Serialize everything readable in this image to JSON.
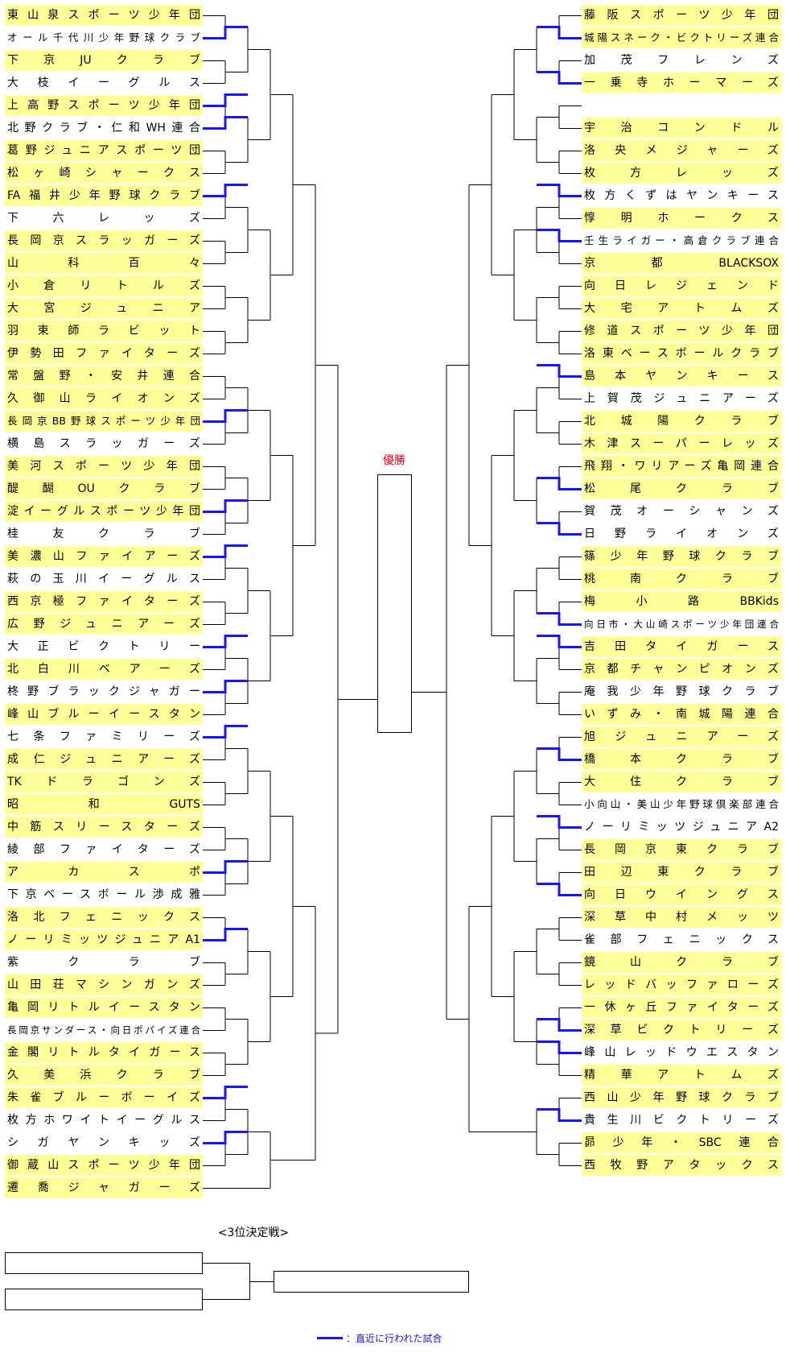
{
  "winner_label": "優勝",
  "third_place_title": "<3位決定戦>",
  "legend": {
    "text": "：直近に行われた試合",
    "color": "#1a1ad9"
  },
  "colors": {
    "highlight": "#ffff99",
    "recent_match": "#1a1ad9",
    "line": "#000000",
    "winner_text": "#e0001a"
  },
  "left_teams": [
    {
      "name": "東山泉スポーツ少年団",
      "hl": true
    },
    {
      "name": "オール千代川少年野球クラブ",
      "hl": false
    },
    {
      "name": "下京JUクラブ",
      "hl": true
    },
    {
      "name": "大枝イーグルス",
      "hl": false
    },
    {
      "name": "上高野スポーツ少年団",
      "hl": true
    },
    {
      "name": "北野クラブ・仁和WH連合",
      "hl": false
    },
    {
      "name": "葛野ジュニアスポーツ団",
      "hl": true
    },
    {
      "name": "松ヶ崎シャークス",
      "hl": true
    },
    {
      "name": "FA福井少年野球クラブ",
      "hl": true
    },
    {
      "name": "下六レッズ",
      "hl": false
    },
    {
      "name": "長岡京スラッガーズ",
      "hl": true
    },
    {
      "name": "山科百々",
      "hl": true
    },
    {
      "name": "小倉リトルズ",
      "hl": true
    },
    {
      "name": "大宮ジュニア",
      "hl": true
    },
    {
      "name": "羽束師ラビット",
      "hl": true
    },
    {
      "name": "伊勢田ファイターズ",
      "hl": true
    },
    {
      "name": "常盤野・安井連合",
      "hl": true
    },
    {
      "name": "久御山ライオンズ",
      "hl": true
    },
    {
      "name": "長岡京BB野球スポーツ少年団",
      "hl": true
    },
    {
      "name": "横島スラッガーズ",
      "hl": false
    },
    {
      "name": "美河スポーツ少年団",
      "hl": true
    },
    {
      "name": "醍醐OUクラブ",
      "hl": true
    },
    {
      "name": "淀イーグルスポーツ少年団",
      "hl": true
    },
    {
      "name": "桂友クラブ",
      "hl": false
    },
    {
      "name": "美濃山ファイアーズ",
      "hl": true
    },
    {
      "name": "萩の玉川イーグルス",
      "hl": false
    },
    {
      "name": "西京極ファイターズ",
      "hl": true
    },
    {
      "name": "広野ジュニアーズ",
      "hl": true
    },
    {
      "name": "大正ビクトリー",
      "hl": false
    },
    {
      "name": "北白川ベアーズ",
      "hl": true
    },
    {
      "name": "柊野ブラックジャガー",
      "hl": false
    },
    {
      "name": "峰山ブルーイースタン",
      "hl": true
    },
    {
      "name": "七条ファミリーズ",
      "hl": false
    },
    {
      "name": "成仁ジュニアーズ",
      "hl": true
    },
    {
      "name": "TKドラゴンズ",
      "hl": true
    },
    {
      "name": "昭和GUTS",
      "hl": true
    },
    {
      "name": "中筋スリースターズ",
      "hl": true
    },
    {
      "name": "綾部ファイターズ",
      "hl": false
    },
    {
      "name": "アカスポ",
      "hl": true
    },
    {
      "name": "下京ベースボール渉成雅",
      "hl": false
    },
    {
      "name": "洛北フェニックス",
      "hl": true
    },
    {
      "name": "ノーリミッツジュニアA1",
      "hl": true
    },
    {
      "name": "紫クラブ",
      "hl": false
    },
    {
      "name": "山田荘マシンガンズ",
      "hl": true
    },
    {
      "name": "亀岡リトルイースタン",
      "hl": true
    },
    {
      "name": "長岡京サンダース・向日ポパイズ連合",
      "hl": false
    },
    {
      "name": "金閣リトルタイガース",
      "hl": true
    },
    {
      "name": "久美浜クラブ",
      "hl": true
    },
    {
      "name": "朱雀ブルーボーイズ",
      "hl": true
    },
    {
      "name": "枚方ホワイトイーグルス",
      "hl": false
    },
    {
      "name": "シガヤンキッズ",
      "hl": false
    },
    {
      "name": "御蔵山スポーツ少年団",
      "hl": true
    },
    {
      "name": "遷喬ジャガーズ",
      "hl": true
    }
  ],
  "right_teams": [
    {
      "name": "藤阪スポーツ少年団",
      "hl": true
    },
    {
      "name": "城陽スネーク・ビクトリーズ連合",
      "hl": true
    },
    {
      "name": "加茂フレンズ",
      "hl": false
    },
    {
      "name": "一乗寺ホーマーズ",
      "hl": true
    },
    {
      "name": "",
      "hl": false
    },
    {
      "name": "宇治コンドル",
      "hl": true
    },
    {
      "name": "洛央メジャーズ",
      "hl": true
    },
    {
      "name": "枚方レッズ",
      "hl": true
    },
    {
      "name": "枚方くずはヤンキース",
      "hl": false
    },
    {
      "name": "惇明ホークス",
      "hl": true
    },
    {
      "name": "壬生ライガー・高倉クラブ連合",
      "hl": false
    },
    {
      "name": "京都BLACKSOX",
      "hl": true
    },
    {
      "name": "向日レジェンド",
      "hl": true
    },
    {
      "name": "大宅アトムズ",
      "hl": true
    },
    {
      "name": "修道スポーツ少年団",
      "hl": true
    },
    {
      "name": "洛東ベースボールクラブ",
      "hl": true
    },
    {
      "name": "島本ヤンキース",
      "hl": true
    },
    {
      "name": "上賀茂ジュニアーズ",
      "hl": false
    },
    {
      "name": "北城陽クラブ",
      "hl": true
    },
    {
      "name": "木津スーパーレッズ",
      "hl": true
    },
    {
      "name": "飛翔・ワリアーズ亀岡連合",
      "hl": true
    },
    {
      "name": "松尾クラブ",
      "hl": true
    },
    {
      "name": "賀茂オーシャンズ",
      "hl": false
    },
    {
      "name": "日野ライオンズ",
      "hl": false
    },
    {
      "name": "篠少年野球クラブ",
      "hl": true
    },
    {
      "name": "桃南クラブ",
      "hl": true
    },
    {
      "name": "梅小路BBKids",
      "hl": true
    },
    {
      "name": "向日市・大山崎スポーツ少年団連合",
      "hl": false
    },
    {
      "name": "吉田タイガース",
      "hl": true
    },
    {
      "name": "京都チャンピオンズ",
      "hl": true
    },
    {
      "name": "庵我少年野球クラブ",
      "hl": false
    },
    {
      "name": "いずみ・南城陽連合",
      "hl": true
    },
    {
      "name": "旭ジュニアーズ",
      "hl": true
    },
    {
      "name": "橋本クラブ",
      "hl": true
    },
    {
      "name": "大住クラブ",
      "hl": true
    },
    {
      "name": "小向山・美山少年野球倶楽部連合",
      "hl": false
    },
    {
      "name": "ノーリミッツジュニアA2",
      "hl": false
    },
    {
      "name": "長岡京東クラブ",
      "hl": true
    },
    {
      "name": "田辺東クラブ",
      "hl": true
    },
    {
      "name": "向日ウイングス",
      "hl": true
    },
    {
      "name": "深草中村メッツ",
      "hl": true
    },
    {
      "name": "雀部フェニックス",
      "hl": false
    },
    {
      "name": "鏡山クラブ",
      "hl": true
    },
    {
      "name": "レッドバッファローズ",
      "hl": true
    },
    {
      "name": "一休ヶ丘ファイターズ",
      "hl": true
    },
    {
      "name": "深草ビクトリーズ",
      "hl": true
    },
    {
      "name": "峰山レッドウエスタン",
      "hl": false
    },
    {
      "name": "精華アトムズ",
      "hl": true
    },
    {
      "name": "西山少年野球クラブ",
      "hl": true
    },
    {
      "name": "貴生川ビクトリーズ",
      "hl": false
    },
    {
      "name": "昴少年・SBC連合",
      "hl": true
    },
    {
      "name": "西牧野アタックス",
      "hl": true
    }
  ],
  "recent_matches": {
    "left": [
      [
        1,
        2
      ],
      [
        4,
        5
      ],
      [
        5,
        6
      ],
      [
        8,
        9
      ],
      [
        18,
        19
      ],
      [
        22,
        23
      ],
      [
        24,
        25
      ],
      [
        28,
        29
      ],
      [
        30,
        31
      ],
      [
        32,
        33
      ],
      [
        38,
        39
      ],
      [
        41,
        42
      ],
      [
        48,
        49
      ],
      [
        50,
        51
      ]
    ],
    "right": [
      [
        1,
        2
      ],
      [
        3,
        4
      ],
      [
        8,
        9
      ],
      [
        10,
        11
      ],
      [
        16,
        17
      ],
      [
        21,
        22
      ],
      [
        23,
        24
      ],
      [
        27,
        28
      ],
      [
        28,
        29
      ],
      [
        33,
        34
      ],
      [
        36,
        37
      ],
      [
        39,
        40
      ],
      [
        45,
        46
      ],
      [
        46,
        47
      ],
      [
        49,
        50
      ]
    ]
  }
}
